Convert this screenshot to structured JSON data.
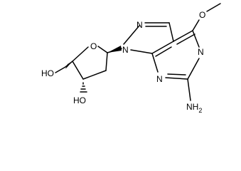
{
  "labels": {
    "ring_oxygen": "O",
    "n1": "N",
    "n2": "N",
    "pyrimidine_n_top": "N",
    "pyrimidine_n_bottom": "N",
    "methoxy_oxygen": "O",
    "amine": "NH",
    "amine_subscript": "2",
    "hydroxymethyl": "HO",
    "ring_hydroxyl": "HO"
  },
  "colors": {
    "ink": "#000000",
    "background": "#ffffff"
  }
}
